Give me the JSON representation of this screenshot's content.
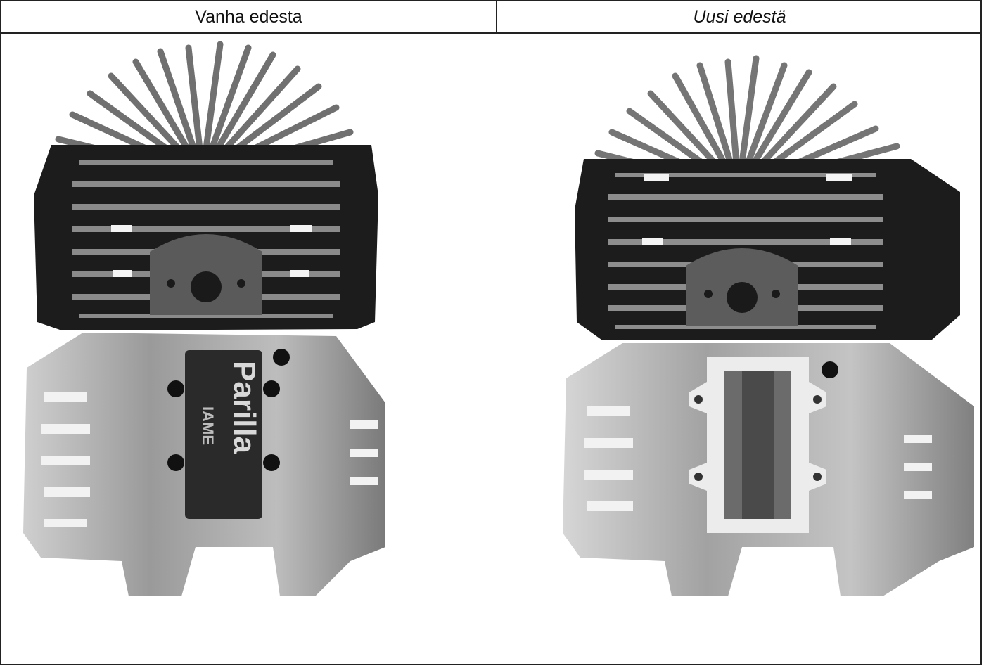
{
  "table": {
    "left_header": "Vanha edesta",
    "right_header": "Uusi edestä"
  },
  "left_photo": {
    "subject": "engine-old-front",
    "plate_brand": "Parilla",
    "plate_maker": "IAME"
  },
  "right_photo": {
    "subject": "engine-new-front"
  }
}
